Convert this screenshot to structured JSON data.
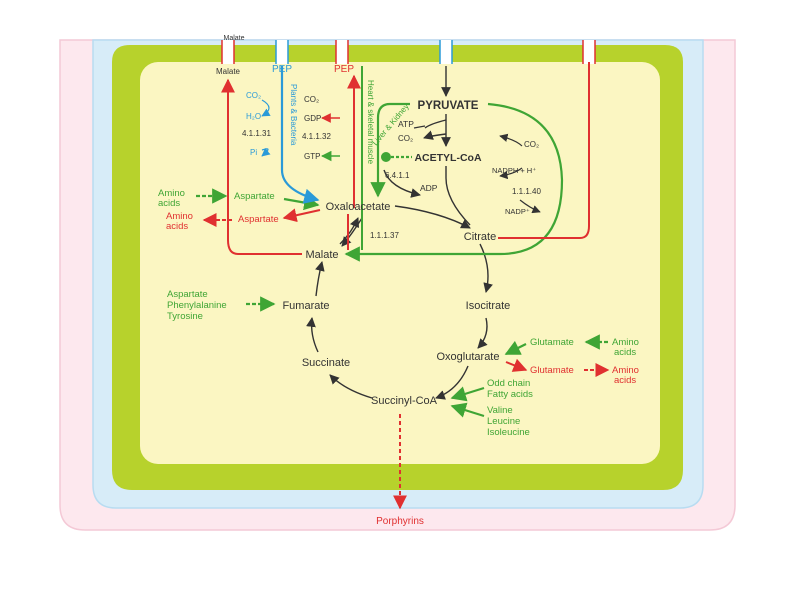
{
  "colors": {
    "outer_membrane": "#fde8ee",
    "intermembrane": "#d7ecf8",
    "inner_membrane": "#b7d22c",
    "matrix": "#fbf6c2",
    "green": "#3fa535",
    "red": "#e03030",
    "blue": "#2a9ad8",
    "dark": "#333333"
  },
  "channels_top": {
    "malate": "Malate",
    "pep1": "PEP",
    "pep2": "PEP",
    "cut_label": "Malate"
  },
  "cycle": {
    "oxaloacetate": "Oxaloacetate",
    "citrate": "Citrate",
    "isocitrate": "Isocitrate",
    "oxoglutarate": "Oxoglutarate",
    "succinyl_coa": "Succinyl-CoA",
    "succinate": "Succinate",
    "fumarate": "Fumarate",
    "malate": "Malate"
  },
  "pyruvate": {
    "pyruvate": "PYRUVATE",
    "acetyl_coa": "ACETYL-CoA",
    "atp": "ATP",
    "co2": "CO₂",
    "adp": "ADP",
    "enzyme": "6.4.1.1",
    "liver_kidney": "Liver & Kidney"
  },
  "pep_carboxy": {
    "co2": "CO₂",
    "h2o": "H₂O",
    "enzyme": "4.1.1.31",
    "pi": "Pi",
    "plants_bacteria": "Plants & Bacteria"
  },
  "pep_kinase": {
    "co2": "CO₂",
    "gdp": "GDP",
    "enzyme": "4.1.1.32",
    "gtp": "GTP",
    "heart_muscle": "Heart & skeletal muscle"
  },
  "malic": {
    "co2": "CO₂",
    "nadph": "NADPH + H⁺",
    "enzyme": "1.1.1.40",
    "nadp": "NADP⁺"
  },
  "malate_dh": {
    "enzyme": "1.1.1.37"
  },
  "amino_in": {
    "amino": "Amino",
    "acids": "acids",
    "aspartate": "Aspartate"
  },
  "amino_out": {
    "amino": "Amino",
    "acids": "acids",
    "aspartate": "Aspartate"
  },
  "fumarate_inputs": [
    "Aspartate",
    "Phenylalanine",
    "Tyrosine"
  ],
  "glutamate_in": {
    "glutamate": "Glutamate",
    "amino": "Amino",
    "acids": "acids"
  },
  "glutamate_out": {
    "glutamate": "Glutamate",
    "amino": "Amino",
    "acids": "acids"
  },
  "odd_chain": [
    "Odd chain",
    "Fatty acids"
  ],
  "bcaa": [
    "Valine",
    "Leucine",
    "Isoleucine"
  ],
  "porphyrins": "Porphyrins"
}
